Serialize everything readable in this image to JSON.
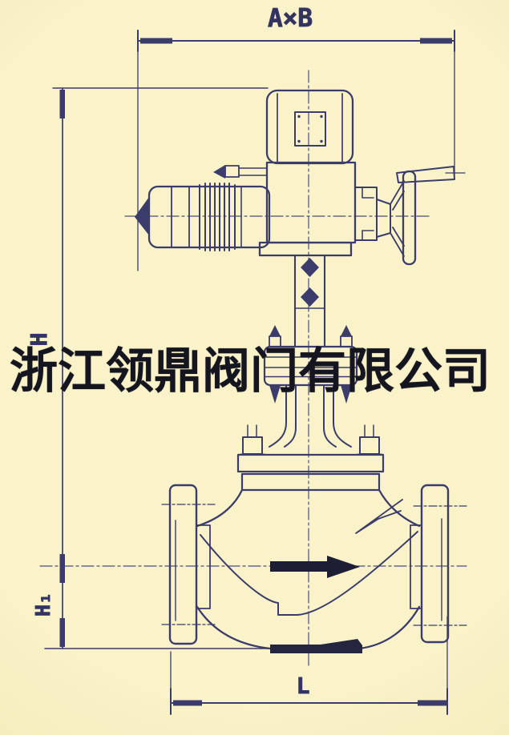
{
  "page": {
    "background_color": "#f8efc3",
    "line_color": "#3c3c6c",
    "ink_dark_color": "#1d1d33",
    "watermark_color": "#15151f"
  },
  "dimensions": {
    "top_width_label": "A×B",
    "total_height_label": "H",
    "center_height_label": "H₁",
    "face_to_face_label": "L"
  },
  "watermark": {
    "text": "浙江领鼎阀门有限公司"
  },
  "drawing": {
    "type": "technical-line-drawing",
    "subject": "flanged globe control valve with electric actuator and side handwheel",
    "flow_direction": "left-to-right"
  }
}
